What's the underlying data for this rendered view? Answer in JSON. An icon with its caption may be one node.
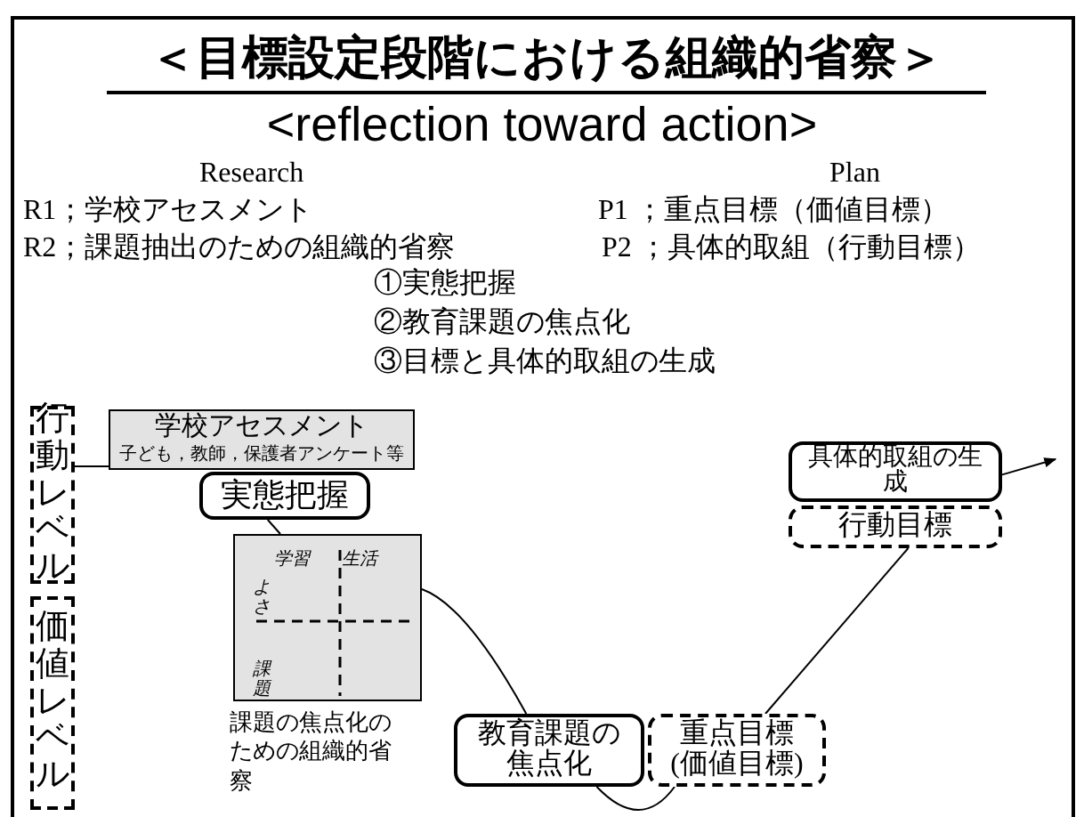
{
  "diagram": {
    "title": "＜目標設定段階における組織的省察＞",
    "nodes": [
      {
        "text": [
          "行動レベル"
        ]
      },
      {
        "text": [
          "価値レベル"
        ]
      },
      {
        "text": [
          "学校アセスメント",
          "子ども，教師，保護者アンケート等"
        ]
      },
      {
        "text": [
          "実態把握"
        ]
      },
      {
        "text": [
          "学習",
          "生活",
          "よさ",
          "課題"
        ],
        "beside": [
          "課題の焦点化のための組織的省察"
        ]
      },
      {
        "text": [
          "教育課題の焦点化"
        ]
      },
      {
        "text": [
          "重点目標 (価値目標)"
        ]
      },
      {
        "text": [
          "具体的取組の生成"
        ]
      },
      {
        "text": [
          "行動目標"
        ]
      }
    ],
    "edges": [
      {
        "from": 0,
        "to": 2,
        "arrow": "none"
      },
      {
        "from": 3,
        "to": 4,
        "arrow": "none"
      },
      {
        "from": 4,
        "to": 5,
        "arrow": "none"
      },
      {
        "from": 5,
        "to": 6,
        "arrow": "none"
      },
      {
        "from": 6,
        "to": 8,
        "arrow": "none"
      },
      {
        "from": 7,
        "to": null,
        "arrow": "to"
      }
    ],
    "labels": [
      "<reflection toward action>",
      "Research",
      "Plan",
      "R1；学校アセスメント",
      "P1 ；重点目標（価値目標）",
      "R2；課題抽出のための組織的省察",
      "P2 ；具体的取組（行動目標）",
      "①実態把握",
      "②教育課題の焦点化",
      "③目標と具体的取組の生成"
    ]
  }
}
